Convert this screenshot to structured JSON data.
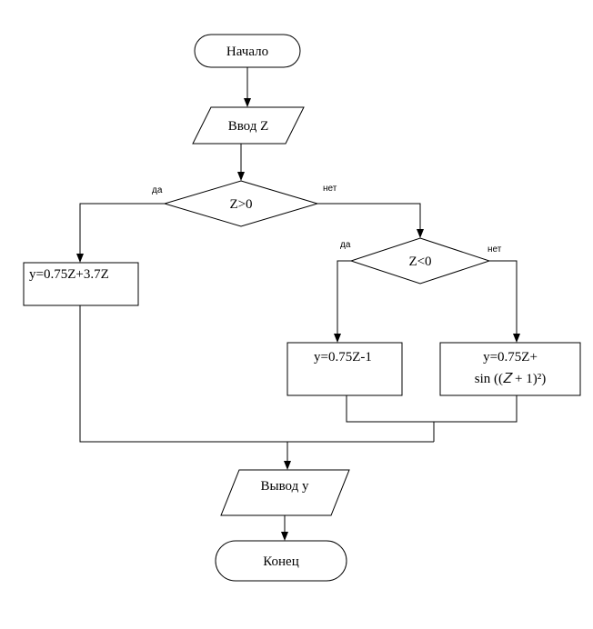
{
  "flowchart": {
    "start": "Начало",
    "input": "Ввод Z",
    "decision1": "Z>0",
    "decision1_yes": "да",
    "decision1_no": "нет",
    "process_left": "y=0.75Z+3.7Z",
    "decision2": "Z<0",
    "decision2_yes": "да",
    "decision2_no": "нет",
    "process_mid": "y=0.75Z-1",
    "process_right_line1": "y=0.75Z+",
    "process_right_line2": "sin ((𝑍 + 1)²)",
    "output": "Вывод y",
    "end": "Конец"
  }
}
